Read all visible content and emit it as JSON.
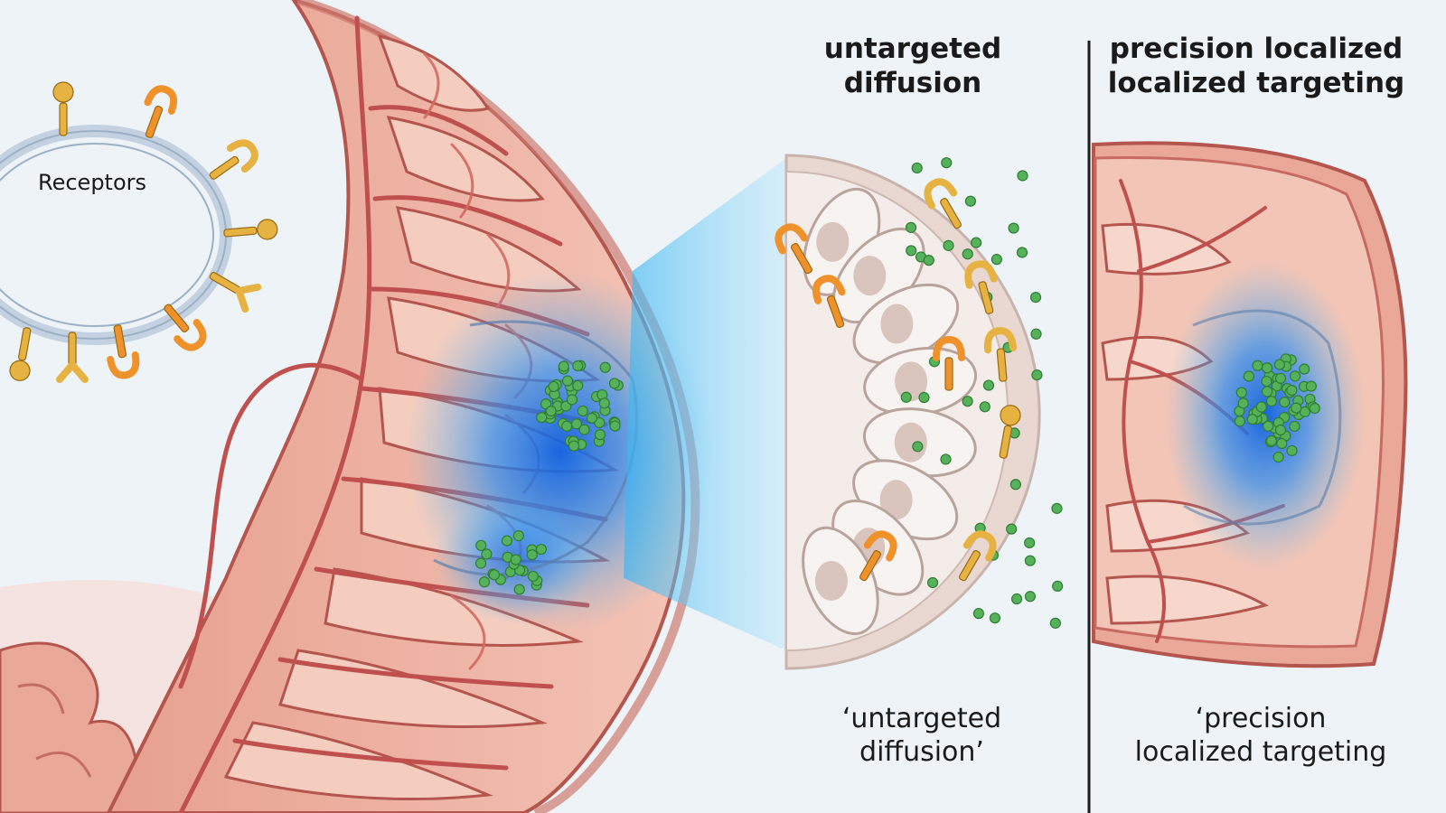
{
  "labels": {
    "receptors": "Receptors",
    "left_heading": [
      "untargeted",
      "diffusion"
    ],
    "right_heading": [
      "precision localized",
      "localized targeting"
    ],
    "left_caption": [
      "‘untargeted",
      "diffusion’"
    ],
    "right_caption": [
      "‘precision",
      "localized targeting"
    ]
  },
  "colors": {
    "background": "#eef3f8",
    "tissue": "#e8a595",
    "tissue_outline": "#b4554e",
    "vessel": "#c0504d",
    "membrane": "#c3d1e0",
    "receptor_gold": "#e6b342",
    "receptor_orange": "#f0922c",
    "particle": "#56b25a",
    "highlight_blue": "#1e78e6",
    "divider": "#1a1a1a"
  }
}
